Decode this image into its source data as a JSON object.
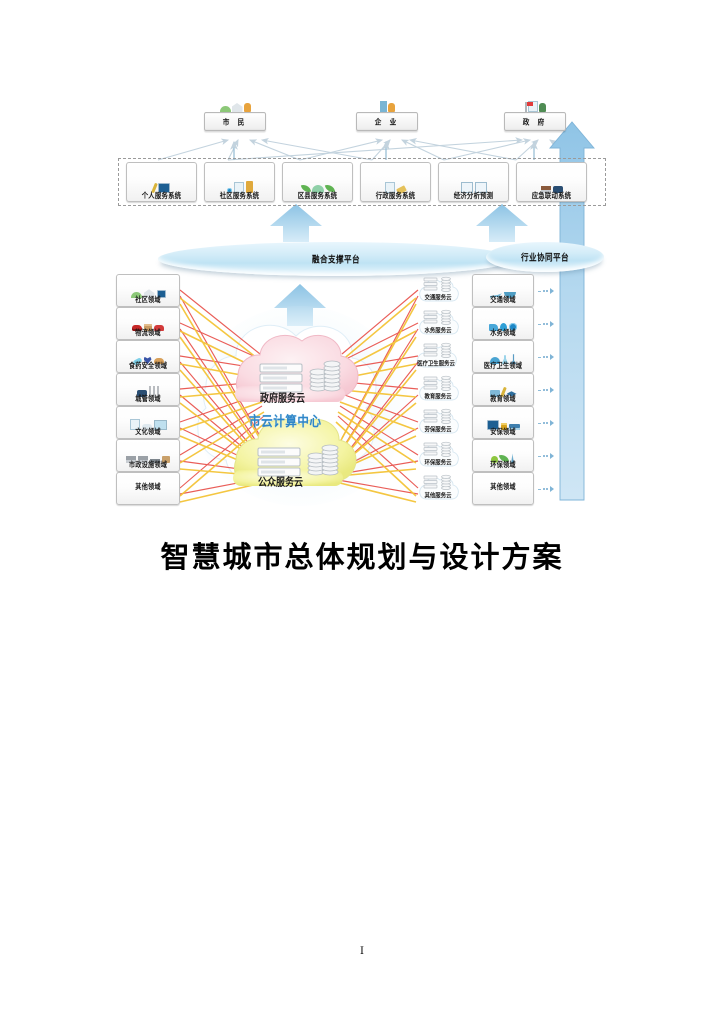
{
  "document": {
    "title": "智慧城市总体规划与设计方案",
    "page_number": "I"
  },
  "diagram": {
    "actors": [
      {
        "label": "市 民",
        "icon": "citizens-icon"
      },
      {
        "label": "企 业",
        "icon": "enterprise-icon"
      },
      {
        "label": "政 府",
        "icon": "government-icon"
      }
    ],
    "service_systems": [
      {
        "label": "个人服务系统",
        "icon": "personal-service-icon"
      },
      {
        "label": "社区服务系统",
        "icon": "community-service-icon"
      },
      {
        "label": "区县服务系统",
        "icon": "district-service-icon"
      },
      {
        "label": "行政服务系统",
        "icon": "administrative-service-icon"
      },
      {
        "label": "经济分析预测",
        "icon": "economic-analysis-icon"
      },
      {
        "label": "应急联动系统",
        "icon": "emergency-response-icon"
      }
    ],
    "platforms": {
      "fusion": "融合支撑平台",
      "industry": "行业协同平台"
    },
    "center": {
      "government_cloud": "政府服务云",
      "computing_center": "市云计算中心",
      "public_cloud": "公众服务云"
    },
    "left_domains": [
      {
        "label": "社区领域"
      },
      {
        "label": "物流领域"
      },
      {
        "label": "食药安全领域"
      },
      {
        "label": "城管领域"
      },
      {
        "label": "文化领域"
      },
      {
        "label": "市政设施领域"
      },
      {
        "label": "其他领域"
      }
    ],
    "service_clouds": [
      {
        "label": "交通服务云"
      },
      {
        "label": "水务服务云"
      },
      {
        "label": "医疗卫生服务云"
      },
      {
        "label": "教育服务云"
      },
      {
        "label": "劳保服务云"
      },
      {
        "label": "环保服务云"
      },
      {
        "label": "其他服务云"
      }
    ],
    "right_domains": [
      {
        "label": "交通领域"
      },
      {
        "label": "水务领域"
      },
      {
        "label": "医疗卫生领域"
      },
      {
        "label": "教育领域"
      },
      {
        "label": "安保领域"
      },
      {
        "label": "环保领域"
      },
      {
        "label": "其他领域"
      }
    ],
    "colors": {
      "platform_disc": "#bfe3f4",
      "center_text": "#2f86c8",
      "wire_red": "#e8504a",
      "wire_yellow": "#f4c437",
      "arrow_blue": "#9ccde8",
      "gov_cloud": "#f9dde3",
      "pub_cloud": "#f2f2a8"
    }
  }
}
